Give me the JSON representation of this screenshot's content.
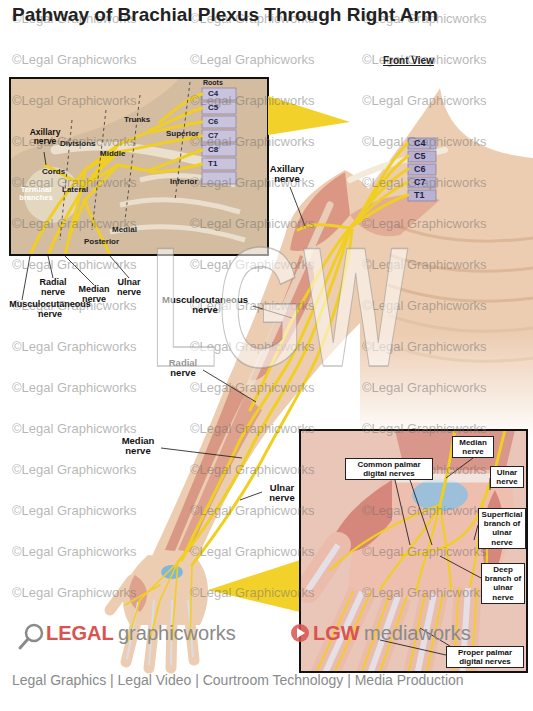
{
  "diagram": {
    "title": "Pathway of Brachial Plexus Through Right Arm",
    "nodes": [
      {
        "text": [
          "Median nerve"
        ]
      },
      {
        "text": [
          "Common palmar digital nerves"
        ]
      },
      {
        "text": [
          "Ulnar nerve"
        ]
      },
      {
        "text": [
          "Superficial branch of ulnar nerve"
        ]
      },
      {
        "text": [
          "Deep branch of ulnar nerve"
        ]
      },
      {
        "text": [
          "Proper palmar digital nerves"
        ]
      }
    ],
    "labels": [
      "Front View",
      "C4",
      "C5",
      "C6",
      "C7",
      "T1",
      "Axillary nerve",
      "Musculocutaneous nerve",
      "Radial nerve",
      "Median nerve",
      "Ulnar nerve",
      "Roots",
      "C4",
      "C5",
      "C6",
      "C7",
      "C8",
      "T1",
      "Trunks",
      "Superior",
      "Middle",
      "Inferior",
      "Divisions",
      "Cords",
      "Lateral",
      "Posterior",
      "Medial",
      "Terminal branches",
      "Axillary nerve",
      "Radial nerve",
      "Median nerve",
      "Ulnar nerve",
      "Musculocutaneous nerve",
      "LGW",
      "LEGAL",
      "graphicworks",
      "LGW",
      "mediaworks",
      "Legal Graphics | Legal Video | Courtroom Technology | Media Production",
      "©Legal Graphicworks",
      "©Legal Graphicworks",
      "©Legal Graphicworks",
      "©Legal Graphicworks",
      "©Legal Graphicworks",
      "©Legal Graphicworks",
      "©Legal Graphicworks",
      "©Legal Graphicworks",
      "©Legal Graphicworks",
      "©Legal Graphicworks",
      "©Legal Graphicworks",
      "©Legal Graphicworks",
      "©Legal Graphicworks",
      "©Legal Graphicworks",
      "©Legal Graphicworks",
      "©Legal Graphicworks",
      "©Legal Graphicworks",
      "©Legal Graphicworks",
      "©Legal Graphicworks",
      "©Legal Graphicworks",
      "©Legal Graphicworks",
      "©Legal Graphicworks",
      "©Legal Graphicworks",
      "©Legal Graphicworks",
      "©Legal Graphicworks",
      "©Legal Graphicworks",
      "©Legal Graphicworks",
      "©Legal Graphicworks",
      "©Legal Graphicworks",
      "©Legal Graphicworks",
      "©Legal Graphicworks",
      "©Legal Graphicworks",
      "©Legal Graphicworks",
      "©Legal Graphicworks",
      "©Legal Graphicworks",
      "©Legal Graphicworks",
      "©Legal Graphicworks",
      "©Legal Graphicworks",
      "©Legal Graphicworks",
      "©Legal Graphicworks",
      "©Legal Graphicworks",
      "©Legal Graphicworks",
      "©Legal Graphicworks",
      "©Legal Graphicworks",
      "©Legal Graphicworks"
    ]
  }
}
